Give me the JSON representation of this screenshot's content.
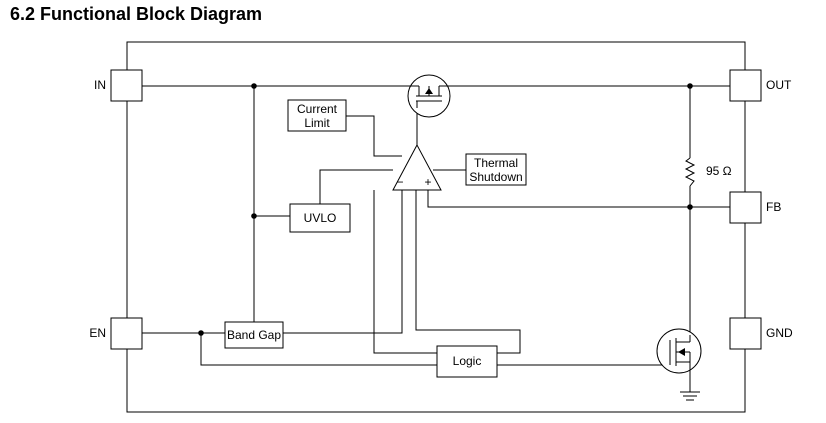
{
  "heading": "6.2 Functional Block Diagram",
  "pins": {
    "in": "IN",
    "en": "EN",
    "out": "OUT",
    "fb": "FB",
    "gnd": "GND"
  },
  "blocks": {
    "current_limit_line1": "Current",
    "current_limit_line2": "Limit",
    "thermal_line1": "Thermal",
    "thermal_line2": "Shutdown",
    "uvlo": "UVLO",
    "band_gap": "Band Gap",
    "logic": "Logic"
  },
  "amplifier": {
    "minus": "−",
    "plus": "+"
  },
  "resistor_label": "95 Ω"
}
